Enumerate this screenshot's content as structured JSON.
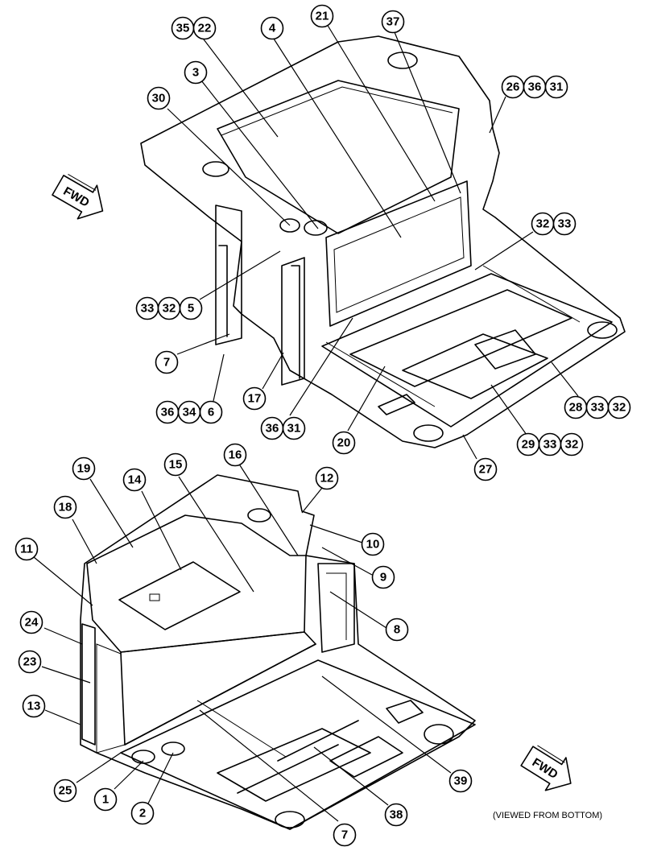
{
  "direction_label": "FWD",
  "bottom_caption": "(VIEWED FROM BOTTOM)",
  "upper_view": {
    "callouts": [
      {
        "id": "u1",
        "labels": [
          "35",
          "22"
        ]
      },
      {
        "id": "u2",
        "labels": [
          "4"
        ]
      },
      {
        "id": "u3",
        "labels": [
          "21"
        ]
      },
      {
        "id": "u4",
        "labels": [
          "37"
        ]
      },
      {
        "id": "u5",
        "labels": [
          "3"
        ]
      },
      {
        "id": "u6",
        "labels": [
          "30"
        ]
      },
      {
        "id": "u7",
        "labels": [
          "26",
          "36",
          "31"
        ]
      },
      {
        "id": "u8",
        "labels": [
          "32",
          "33"
        ]
      },
      {
        "id": "u9",
        "labels": [
          "33",
          "32",
          "5"
        ]
      },
      {
        "id": "u10",
        "labels": [
          "7"
        ]
      },
      {
        "id": "u11",
        "labels": [
          "17"
        ]
      },
      {
        "id": "u12",
        "labels": [
          "36",
          "34",
          "6"
        ]
      },
      {
        "id": "u13",
        "labels": [
          "36",
          "31"
        ]
      },
      {
        "id": "u14",
        "labels": [
          "20"
        ]
      },
      {
        "id": "u15",
        "labels": [
          "28",
          "33",
          "32"
        ]
      },
      {
        "id": "u16",
        "labels": [
          "29",
          "33",
          "32"
        ]
      },
      {
        "id": "u17",
        "labels": [
          "27"
        ]
      }
    ]
  },
  "lower_view": {
    "callouts": [
      {
        "id": "l1",
        "labels": [
          "19"
        ]
      },
      {
        "id": "l2",
        "labels": [
          "15"
        ]
      },
      {
        "id": "l3",
        "labels": [
          "14"
        ]
      },
      {
        "id": "l4",
        "labels": [
          "16"
        ]
      },
      {
        "id": "l5",
        "labels": [
          "12"
        ]
      },
      {
        "id": "l6",
        "labels": [
          "18"
        ]
      },
      {
        "id": "l7",
        "labels": [
          "10"
        ]
      },
      {
        "id": "l8",
        "labels": [
          "11"
        ]
      },
      {
        "id": "l9",
        "labels": [
          "9"
        ]
      },
      {
        "id": "l10",
        "labels": [
          "8"
        ]
      },
      {
        "id": "l11",
        "labels": [
          "24"
        ]
      },
      {
        "id": "l12",
        "labels": [
          "23"
        ]
      },
      {
        "id": "l13",
        "labels": [
          "13"
        ]
      },
      {
        "id": "l14",
        "labels": [
          "39"
        ]
      },
      {
        "id": "l15",
        "labels": [
          "25"
        ]
      },
      {
        "id": "l16",
        "labels": [
          "1"
        ]
      },
      {
        "id": "l17",
        "labels": [
          "2"
        ]
      },
      {
        "id": "l18",
        "labels": [
          "38"
        ]
      },
      {
        "id": "l19",
        "labels": [
          "7"
        ]
      }
    ]
  }
}
